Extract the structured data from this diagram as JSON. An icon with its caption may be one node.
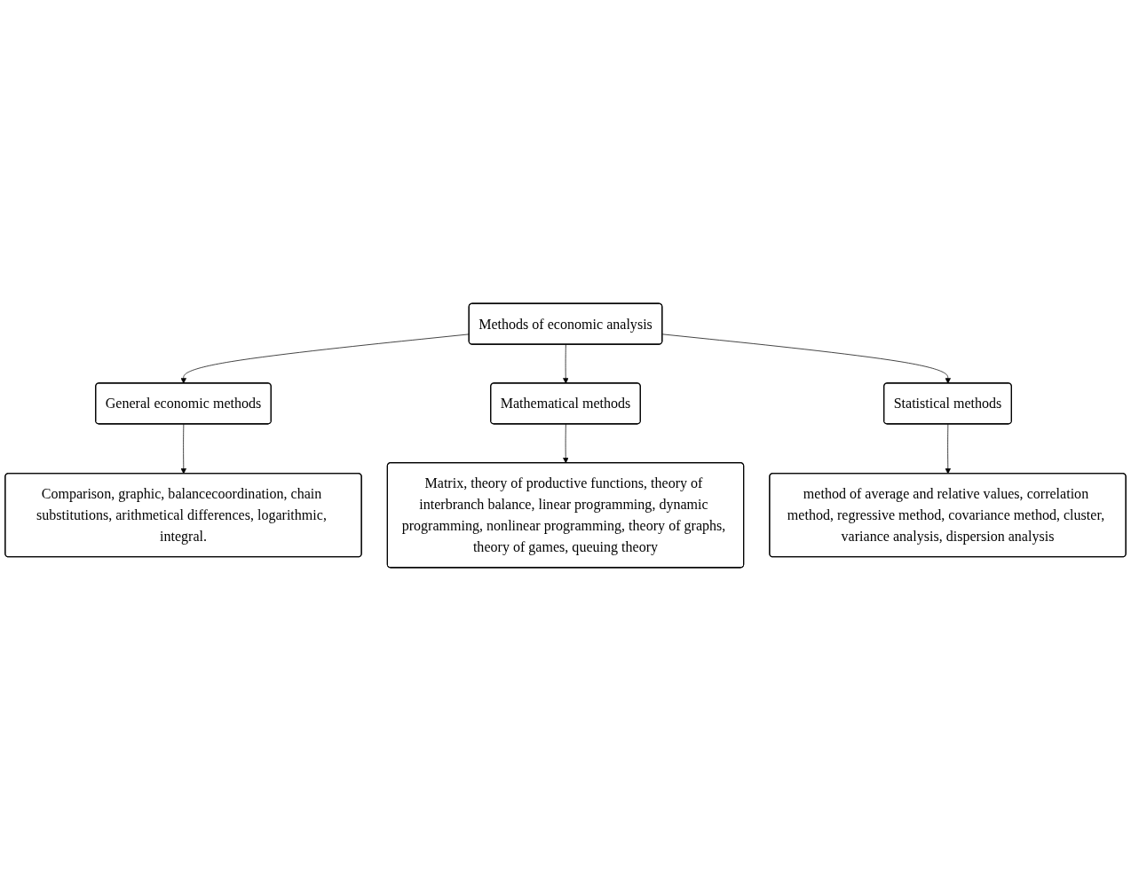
{
  "diagram": {
    "nodes": [
      {
        "text": [
          "Methods of economic analysis"
        ]
      },
      {
        "text": [
          "General economic methods"
        ]
      },
      {
        "text": [
          "Mathematical methods"
        ]
      },
      {
        "text": [
          "Comparison, graphic, balancecoordination, chain substitutions, arithmetical differences, logarithmic, integral."
        ]
      },
      {
        "text": [
          "Matrix, theory of productive functions, theory of interbranch balance, linear programming, dynamic programming, nonlinear programming, theory of graphs, theory of games, queuing theory"
        ]
      },
      {
        "text": [
          "Statistical methods"
        ]
      },
      {
        "text": [
          "method of average and relative values, correlation method, regressive method, covariance method, cluster, variance analysis, dispersion analysis"
        ]
      }
    ],
    "edges": [
      {
        "from": 0,
        "to": 1,
        "arrow": "to"
      },
      {
        "from": 0,
        "to": 2,
        "arrow": "to"
      },
      {
        "from": 0,
        "to": 5,
        "arrow": "to"
      },
      {
        "from": 1,
        "to": 3,
        "arrow": "to"
      },
      {
        "from": 2,
        "to": 4,
        "arrow": "to"
      },
      {
        "from": 5,
        "to": 6,
        "arrow": "to"
      }
    ]
  }
}
